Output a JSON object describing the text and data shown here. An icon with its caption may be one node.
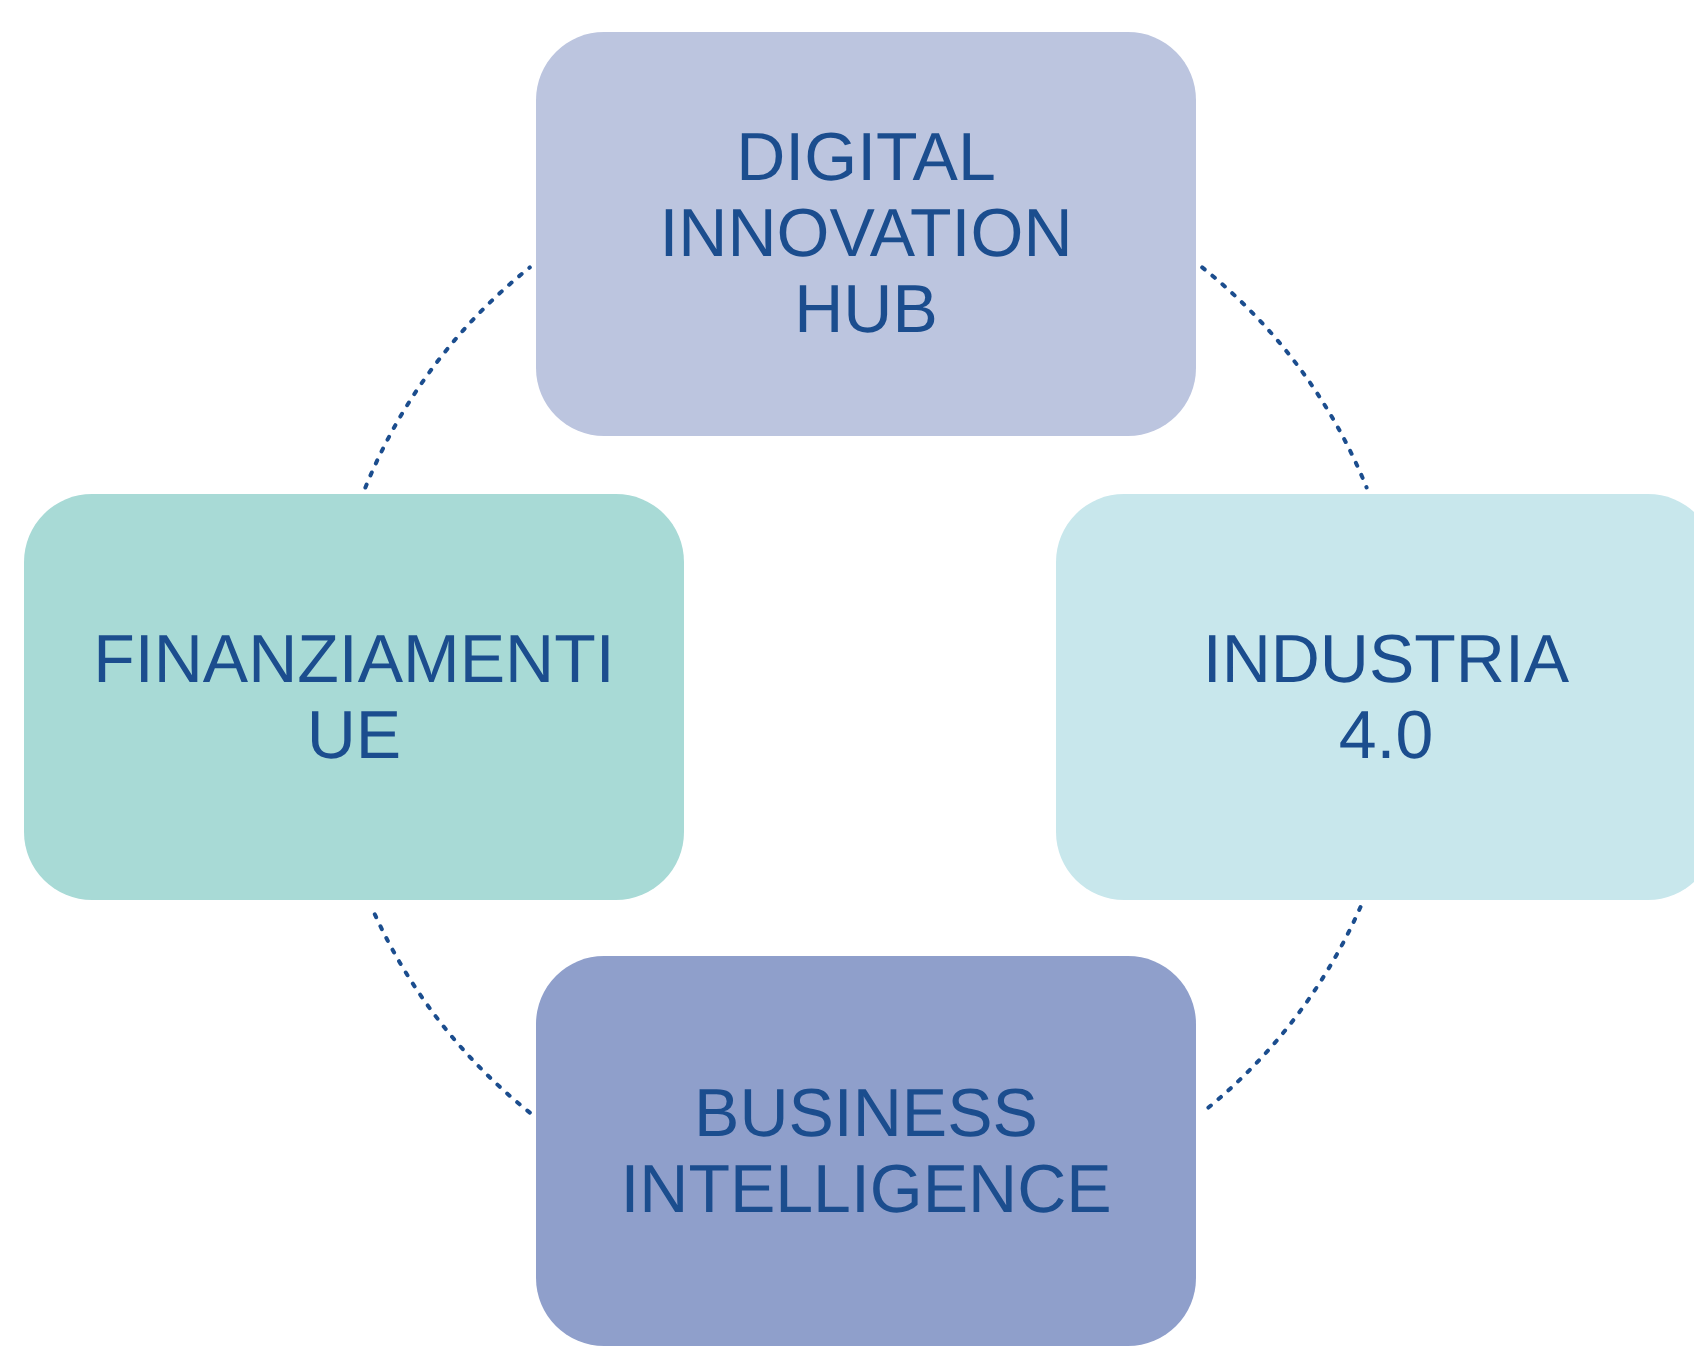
{
  "diagram": {
    "nodes": [
      {
        "text": [
          "DIGITAL INNOVATION HUB"
        ]
      },
      {
        "text": [
          "FINANZIAMENTI UE"
        ]
      },
      {
        "text": [
          "INDUSTRIA 4.0"
        ]
      },
      {
        "text": [
          "BUSINESS INTELLIGENCE"
        ]
      }
    ],
    "edges": [
      {
        "from": 0,
        "to": 2,
        "arrow": "none",
        "style": "dashed"
      },
      {
        "from": 2,
        "to": 3,
        "arrow": "none",
        "style": "dashed"
      },
      {
        "from": 3,
        "to": 1,
        "arrow": "none",
        "style": "dashed"
      },
      {
        "from": 1,
        "to": 0,
        "arrow": "none",
        "style": "dashed"
      }
    ]
  }
}
